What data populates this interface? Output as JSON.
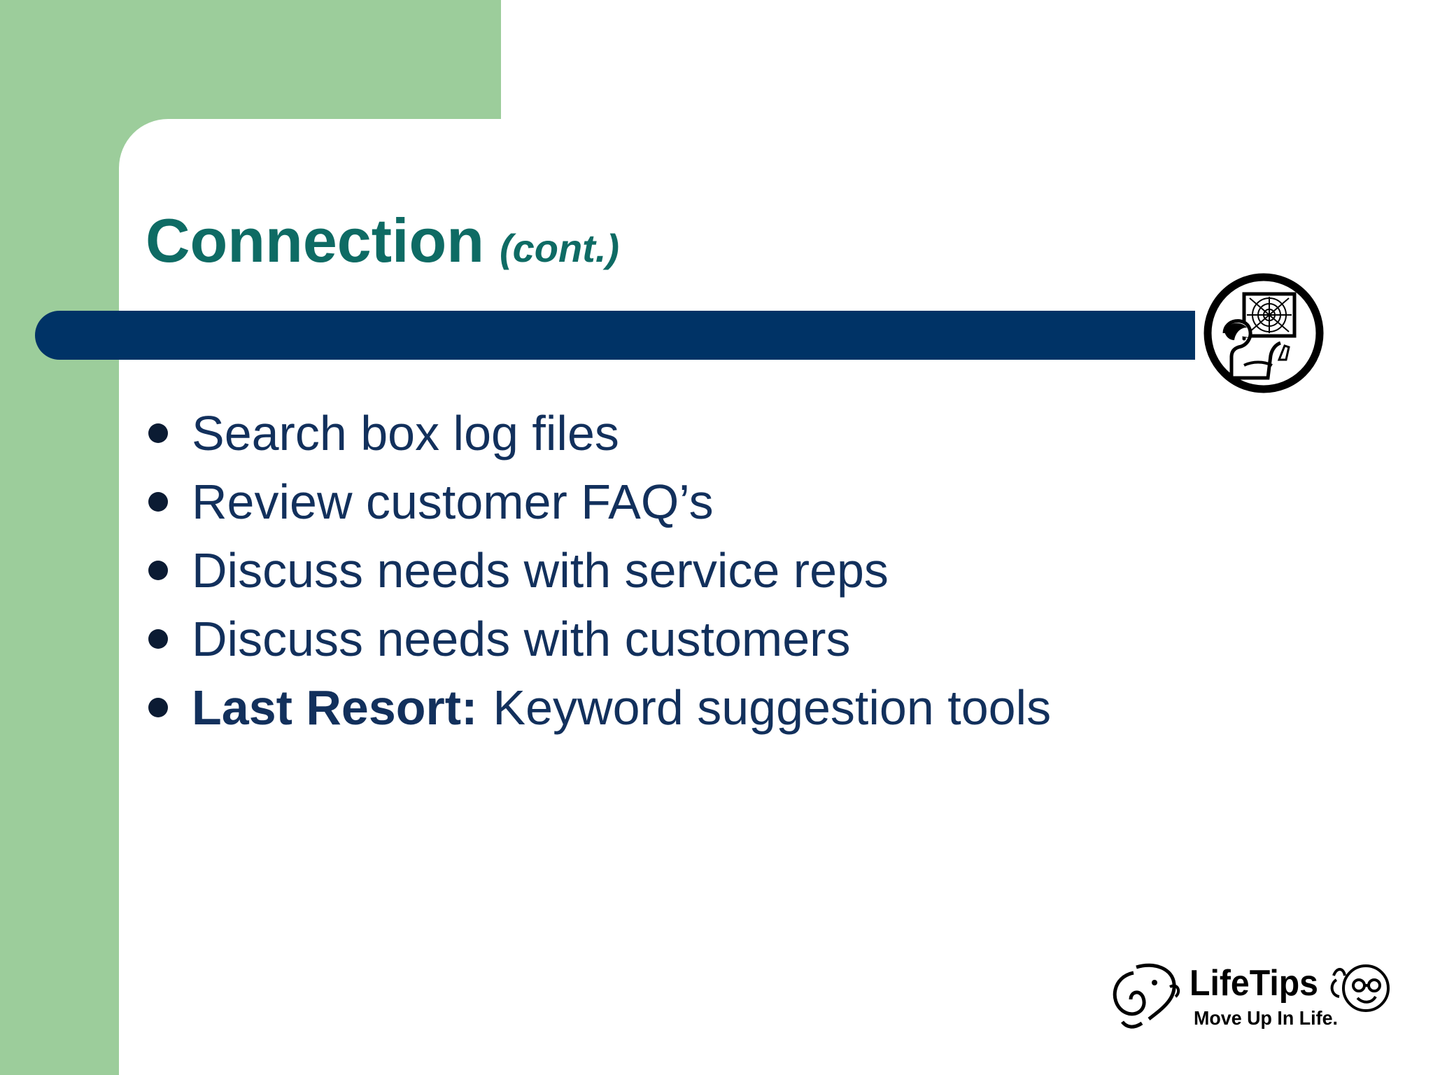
{
  "slide": {
    "title": "Connection",
    "subtitle": "(cont.)",
    "bullets": [
      {
        "bold": "",
        "text": "Search box log files"
      },
      {
        "bold": "",
        "text": "Review customer FAQ’s"
      },
      {
        "bold": "",
        "text": "Discuss needs with service reps"
      },
      {
        "bold": "",
        "text": "Discuss needs with customers"
      },
      {
        "bold": "Last Resort:",
        "text": "Keyword suggestion tools"
      }
    ]
  },
  "logo": {
    "brand": "LifeTips",
    "tagline": "Move Up In Life."
  },
  "icons": {
    "corner_icon": "web-browsing-person-icon",
    "logo_icon": "lifetips-logo-icon"
  },
  "colors": {
    "green": "#9ccd9b",
    "title": "#0e6b64",
    "bar": "#003366",
    "body_text": "#12305c"
  }
}
